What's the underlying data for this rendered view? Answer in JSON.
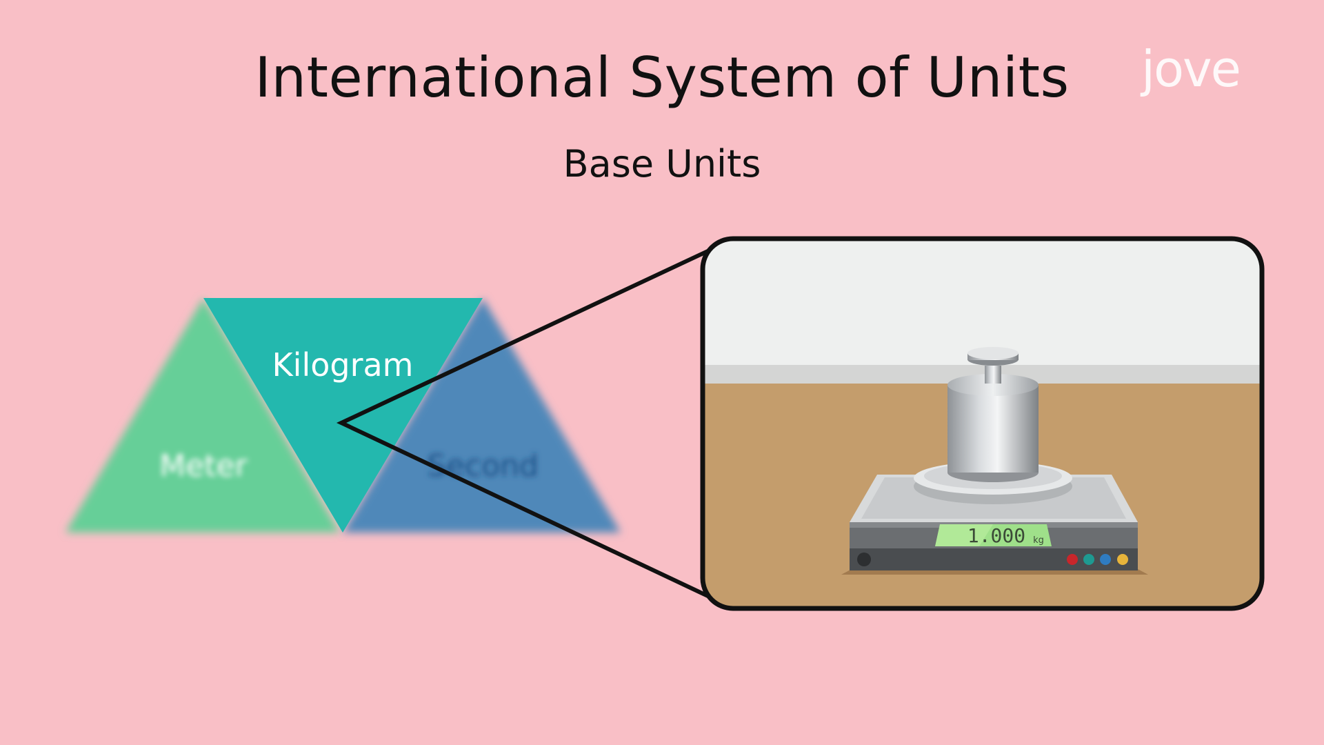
{
  "title": "International System of Units",
  "subtitle": "Base Units",
  "logo": "jove",
  "units": {
    "meter": "Meter",
    "kilogram": "Kilogram",
    "second": "Second"
  },
  "scale_display": {
    "reading": "1.000",
    "unit": "kg"
  },
  "colors": {
    "background": "#f9bfc6",
    "meter": "#66cf98",
    "kilogram": "#23b8ae",
    "second": "#5088b9",
    "outline": "#111111"
  }
}
